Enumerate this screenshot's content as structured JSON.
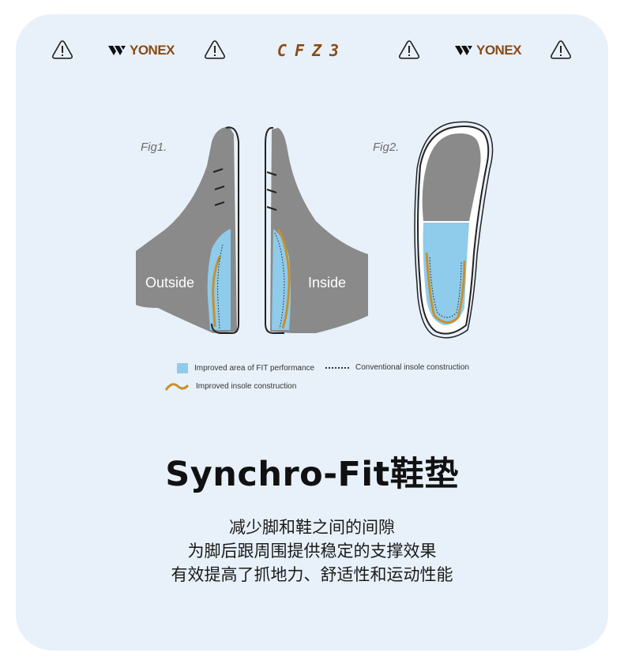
{
  "header": {
    "brand": "YONEX",
    "model": "CFZ3",
    "warning_icon": "warning-triangle-icon",
    "brand_color": "#8a4a14"
  },
  "figure": {
    "fig1_label": "Fig1.",
    "fig2_label": "Fig2.",
    "outside_label": "Outside",
    "inside_label": "Inside",
    "colors": {
      "foot": "#8a8a8a",
      "fit_area": "#8fcbea",
      "improved_insole": "#c8902e",
      "outline": "#222222"
    }
  },
  "legend": {
    "improved_area": "Improved area of FIT performance",
    "conventional": "Conventional insole construction",
    "improved_insole": "Improved insole construction"
  },
  "title": "Synchro-Fit鞋垫",
  "description": [
    "减少脚和鞋之间的间隙",
    "为脚后跟周围提供稳定的支撑效果",
    "有效提高了抓地力、舒适性和运动性能"
  ]
}
